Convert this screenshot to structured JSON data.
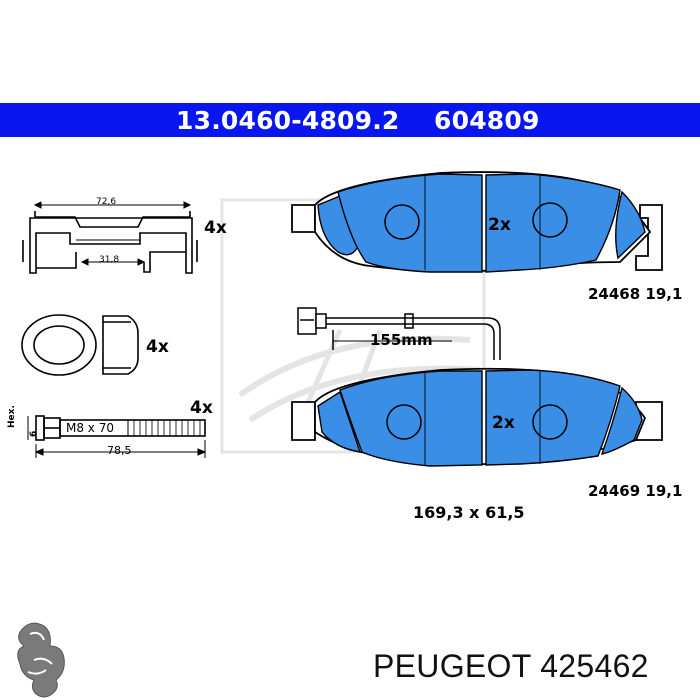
{
  "header": {
    "part_number": "13.0460-4809.2",
    "ref_number": "604809",
    "color": "#0a16f0"
  },
  "diagram": {
    "clip_width": "72,6",
    "clip_inner_width": "31,8",
    "clip_qty": "4x",
    "bushing_qty": "4x",
    "bolt_qty": "4x",
    "bolt_hex_label": "Hex.",
    "bolt_hex_size": "6",
    "bolt_thread": "M8 x 70",
    "bolt_length": "78,5",
    "pad_top_qty": "2x",
    "pad_top_code": "24468 19,1",
    "sensor_length": "155mm",
    "pad_bottom_qty": "2x",
    "pad_bottom_code": "24469 19,1",
    "pad_dimensions": "169,3 x 61,5",
    "pad_color": "#3a8ee6"
  },
  "footer": {
    "brand": "PEUGEOT",
    "part": "425462",
    "logo": "peugeot-lion-logo"
  }
}
